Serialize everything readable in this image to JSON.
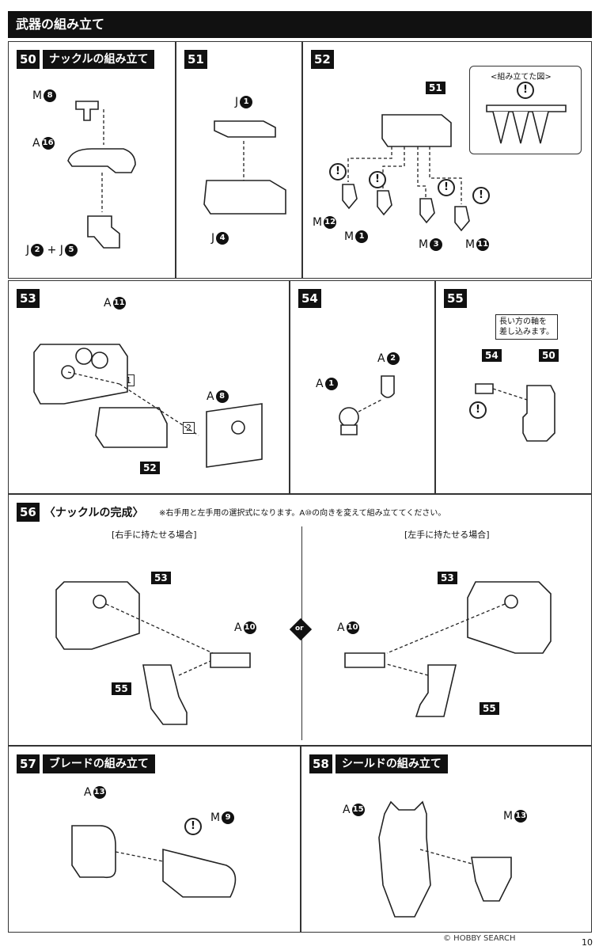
{
  "header": {
    "title": "武器の組み立て"
  },
  "steps": {
    "s50": {
      "num": "50",
      "title": "ナックルの組み立て",
      "parts": [
        {
          "letter": "M",
          "n": "8"
        },
        {
          "letter": "A",
          "n": "16"
        }
      ],
      "combo": {
        "a": "J",
        "an": "2",
        "plus": "+",
        "b": "J",
        "bn": "5"
      }
    },
    "s51": {
      "num": "51",
      "parts": [
        {
          "letter": "J",
          "n": "1"
        },
        {
          "letter": "J",
          "n": "4"
        }
      ]
    },
    "s52": {
      "num": "52",
      "ref": "51",
      "inset_title": "<組み立てた図>",
      "parts": [
        {
          "letter": "M",
          "n": "12"
        },
        {
          "letter": "M",
          "n": "1"
        },
        {
          "letter": "M",
          "n": "3"
        },
        {
          "letter": "M",
          "n": "11"
        }
      ]
    },
    "s53": {
      "num": "53",
      "ref": "52",
      "order1": "1",
      "order2": "2",
      "parts": [
        {
          "letter": "A",
          "n": "11"
        },
        {
          "letter": "A",
          "n": "8"
        }
      ]
    },
    "s54": {
      "num": "54",
      "parts": [
        {
          "letter": "A",
          "n": "2"
        },
        {
          "letter": "A",
          "n": "1"
        }
      ]
    },
    "s55": {
      "num": "55",
      "ref_a": "54",
      "ref_b": "50",
      "note": "長い方の軸を\n差し込みます。"
    },
    "s56": {
      "num": "56",
      "title": "〈ナックルの完成〉",
      "note": "※右手用と左手用の選択式になります。A⑩の向きを変えて組み立ててください。",
      "right_label": "[右手に持たせる場合]",
      "left_label": "[左手に持たせる場合]",
      "ref_a": "53",
      "ref_b": "55",
      "part": {
        "letter": "A",
        "n": "10"
      },
      "or_mark": "or"
    },
    "s57": {
      "num": "57",
      "title": "ブレードの組み立て",
      "parts": [
        {
          "letter": "A",
          "n": "13"
        },
        {
          "letter": "M",
          "n": "9"
        }
      ]
    },
    "s58": {
      "num": "58",
      "title": "シールドの組み立て",
      "parts": [
        {
          "letter": "A",
          "n": "15"
        },
        {
          "letter": "M",
          "n": "13"
        }
      ]
    }
  },
  "footer": {
    "watermark": "© HOBBY SEARCH",
    "page": "10"
  }
}
